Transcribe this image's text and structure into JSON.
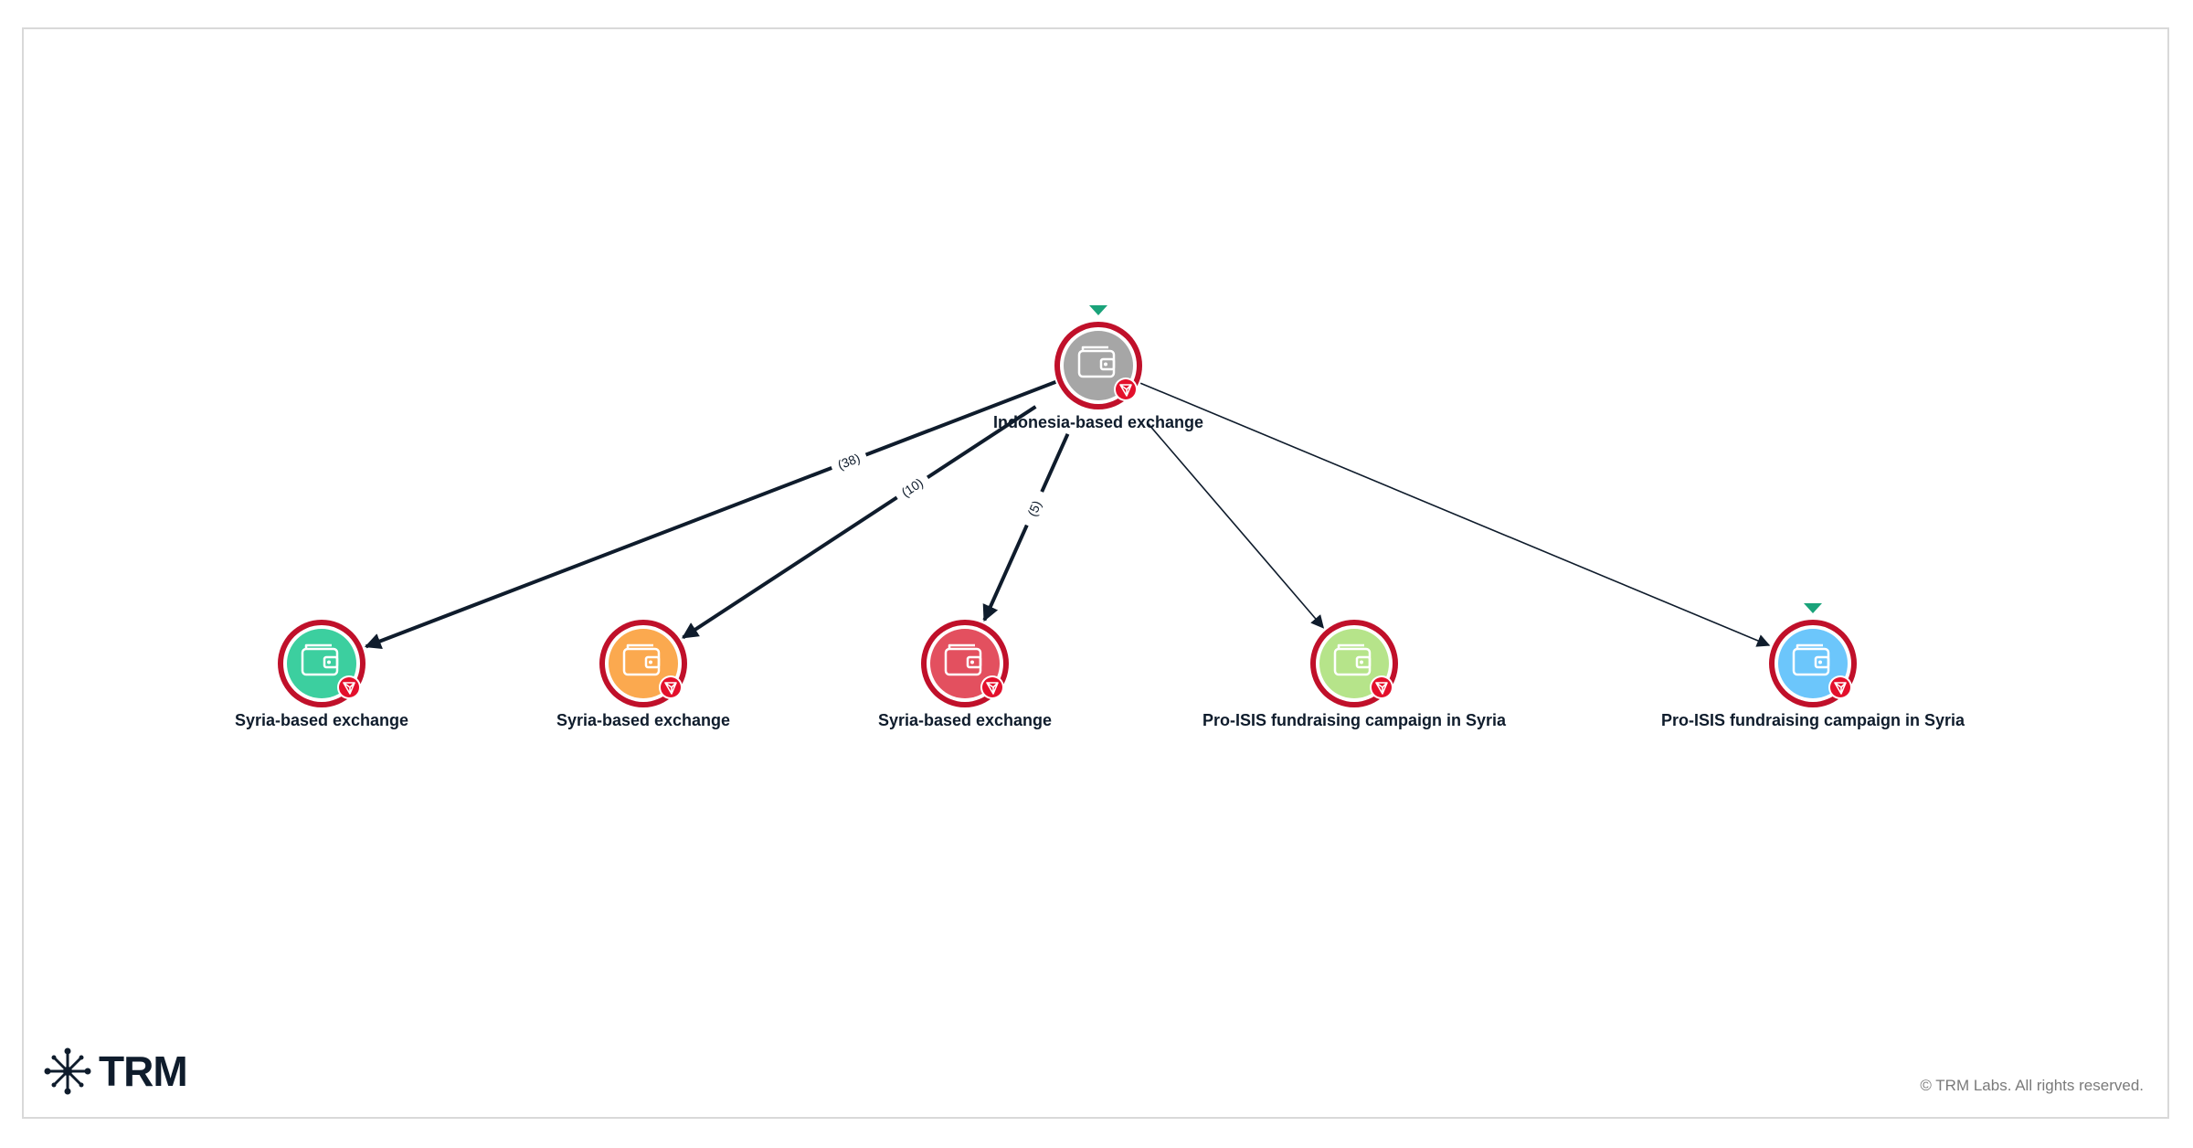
{
  "diagram": {
    "source": {
      "id": "src",
      "label": "Indonesia-based exchange",
      "fill": "#a6a6a6",
      "marker": true,
      "icon": "wallet-icon",
      "badge_icon": "tron-badge-icon"
    },
    "targets": [
      {
        "id": "t1",
        "label": "Syria-based exchange",
        "fill": "#3ccf9f",
        "marker": false,
        "icon": "wallet-icon",
        "badge_icon": "tron-badge-icon"
      },
      {
        "id": "t2",
        "label": "Syria-based exchange",
        "fill": "#fba94f",
        "marker": false,
        "icon": "wallet-icon",
        "badge_icon": "tron-badge-icon"
      },
      {
        "id": "t3",
        "label": "Syria-based exchange",
        "fill": "#e3505f",
        "marker": false,
        "icon": "wallet-icon",
        "badge_icon": "tron-badge-icon"
      },
      {
        "id": "t4",
        "label": "Pro-ISIS fundraising campaign in Syria",
        "fill": "#b6e48a",
        "marker": false,
        "icon": "wallet-icon",
        "badge_icon": "tron-badge-icon"
      },
      {
        "id": "t5",
        "label": "Pro-ISIS fundraising campaign in Syria",
        "fill": "#6cc6fb",
        "marker": true,
        "icon": "wallet-icon",
        "badge_icon": "tron-badge-icon"
      }
    ],
    "edges": [
      {
        "from": "src",
        "to": "t1",
        "label": "(38)",
        "weight": "heavy"
      },
      {
        "from": "src",
        "to": "t2",
        "label": "(10)",
        "weight": "heavy"
      },
      {
        "from": "src",
        "to": "t3",
        "label": "(5)",
        "weight": "heavy"
      },
      {
        "from": "src",
        "to": "t4",
        "label": "",
        "weight": "light"
      },
      {
        "from": "src",
        "to": "t5",
        "label": "",
        "weight": "light"
      }
    ]
  },
  "colors": {
    "ring": "#c0102a",
    "edge": "#0f1c2c",
    "marker": "#1aa37a",
    "badge": "#e3102c",
    "label": "#0f1c2c"
  },
  "brand": {
    "name": "TRM",
    "icon": "network-star-icon"
  },
  "copyright": "© TRM Labs. All rights reserved."
}
